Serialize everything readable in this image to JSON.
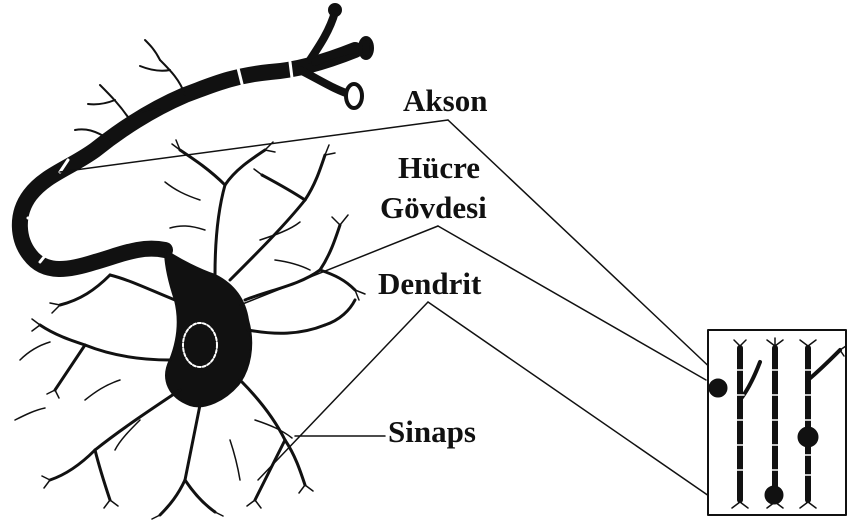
{
  "labels": {
    "akson": "Akson",
    "hucre": "Hücre",
    "govdesi": "Gövdesi",
    "dendrit": "Dendrit",
    "sinaps": "Sinaps"
  },
  "colors": {
    "ink": "#111111",
    "background": "#ffffff"
  }
}
